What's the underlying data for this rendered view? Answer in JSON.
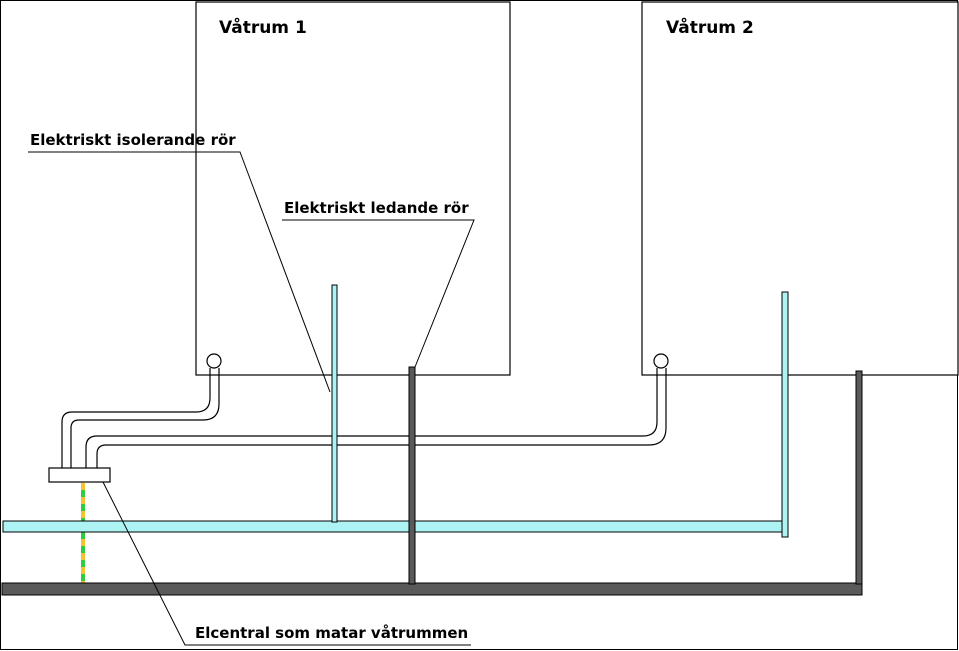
{
  "rooms": [
    {
      "title": "Våtrum 1"
    },
    {
      "title": "Våtrum 2"
    }
  ],
  "labels": {
    "insulating_pipe": "Elektriskt isolerande rör",
    "conductive_pipe": "Elektriskt ledande rör",
    "panel": "Elcentral som matar våtrummen"
  },
  "colors": {
    "insulating_pipe": "#aef3f3",
    "conductive_pipe": "#5a5a5a",
    "earth_green": "#2ecc40",
    "earth_yellow": "#f4c430"
  }
}
